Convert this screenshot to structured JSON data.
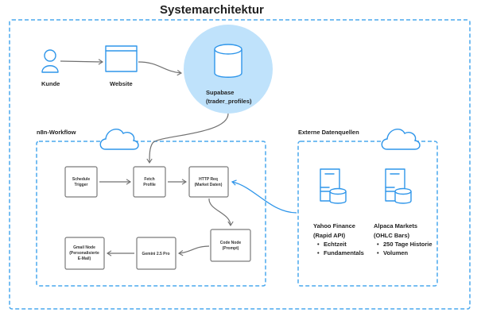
{
  "title": "Systemarchitektur",
  "actors": {
    "kunde": {
      "label": "Kunde",
      "icon": "user-icon"
    },
    "website": {
      "label": "Website",
      "icon": "browser-window-icon"
    },
    "supabase": {
      "label_line1": "Supabase",
      "label_line2": "(trader_profiles)",
      "icon": "database-icon"
    }
  },
  "n8n": {
    "section_label": "n8n-Workflow",
    "icon": "cloud-icon",
    "nodes": {
      "schedule": [
        "Schedule",
        "Trigger"
      ],
      "fetch": [
        "Fetch",
        "Profile"
      ],
      "http": [
        "HTTP Req",
        "(Market Daten)"
      ],
      "code": [
        "Code Node",
        "(Prompt)"
      ],
      "gemini": [
        "Gemini 2.5 Pro"
      ],
      "gmail": [
        "Gmail Node",
        "(Personalisierte",
        "E-Mail)"
      ]
    }
  },
  "external": {
    "section_label": "Externe Datenquellen",
    "icon": "cloud-icon",
    "sources": [
      {
        "name": "Yahoo Finance",
        "sub": "(Rapid API)",
        "bullets": [
          "Echtzeit",
          "Fundamentals"
        ],
        "icon": "server-database-icon"
      },
      {
        "name": "Alpaca Markets",
        "sub": "(OHLC Bars)",
        "bullets": [
          "250 Tage Historie",
          "Volumen"
        ],
        "icon": "server-database-icon"
      }
    ]
  },
  "colors": {
    "accent": "#2f96ea",
    "supabase_circle": "#bfe2fb",
    "dash": "#4aa8ee",
    "node_border": "#7a7a7a"
  }
}
